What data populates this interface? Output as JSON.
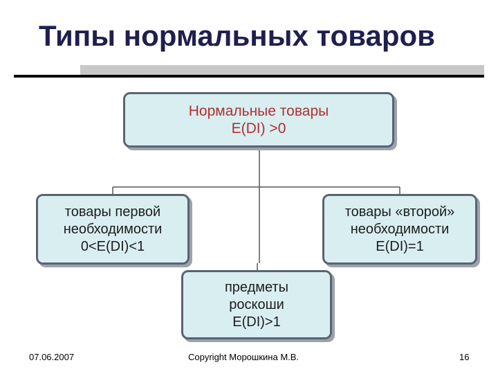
{
  "slide": {
    "title": "Типы нормальных товаров"
  },
  "diagram": {
    "root": {
      "line1": "Нормальные товары",
      "line2": "E(DI) >0"
    },
    "left": {
      "line1": "товары первой",
      "line2": "необходимости",
      "line3": "0<E(DI)<1"
    },
    "right": {
      "line1": "товары «второй»",
      "line2": "необходимости",
      "line3": "E(DI)=1"
    },
    "bottom": {
      "line1": "предметы",
      "line2": "роскоши",
      "line3": "E(DI)>1"
    }
  },
  "footer": {
    "date": "07.06.2007",
    "copyright": "Copyright Морошкина М.В.",
    "page": "16"
  },
  "colors": {
    "title": "#1f1f4f",
    "box_fill": "#d9eef1",
    "box_border": "#5a6470",
    "root_text": "#b03030"
  }
}
